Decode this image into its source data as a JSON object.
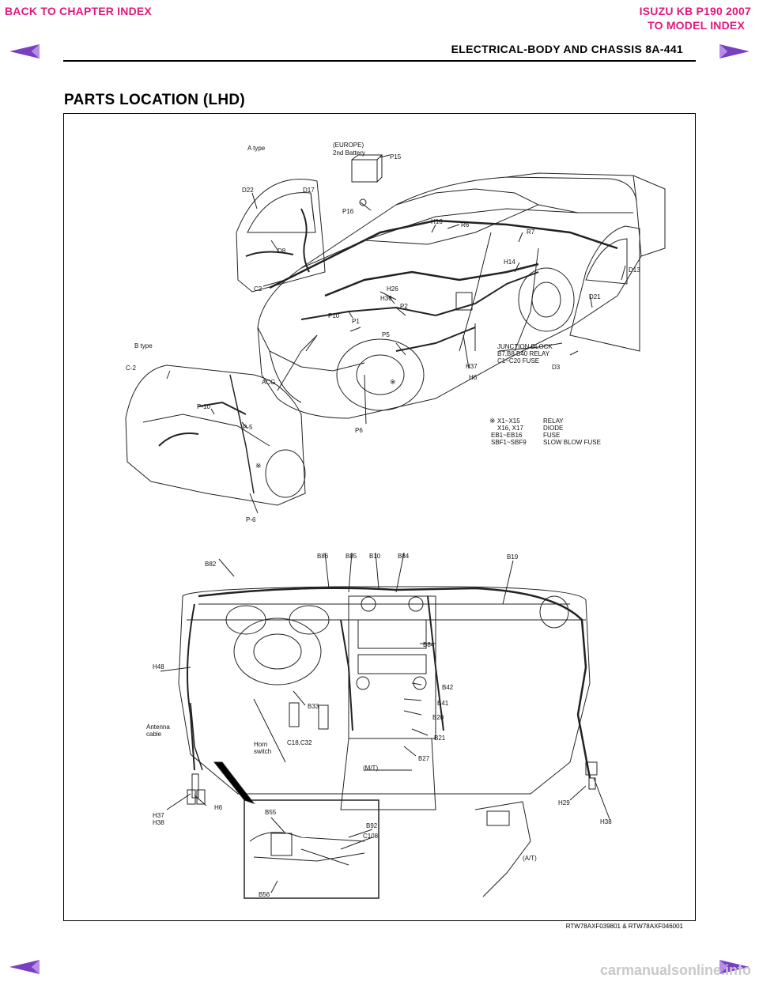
{
  "header": {
    "back_to_chapter": "BACK TO CHAPTER INDEX",
    "vehicle_title": "ISUZU KB P190 2007",
    "to_model_index": "TO MODEL INDEX",
    "section_title": "ELECTRICAL-BODY AND CHASSIS  8A-441"
  },
  "page_title": "PARTS LOCATION (LHD)",
  "figure": {
    "caption": "RTW78AXF039801 & RTW78AXF046001",
    "top_labels": {
      "a_type": "A type",
      "europe": "(EUROPE)",
      "second_battery": "2nd Battery",
      "b_type": "B type",
      "p15": "P15",
      "p16": "P16",
      "d22": "D22",
      "d17": "D17",
      "d8": "D8",
      "c2": "C2",
      "h16": "H16",
      "r6": "R6",
      "r7": "R7",
      "h14": "H14",
      "h26": "H26",
      "h36": "H36",
      "p2": "P2",
      "p10": "P10",
      "p1": "P1",
      "p5": "P5",
      "d13": "D13",
      "d21": "D21",
      "d3": "D3",
      "h37": "H37",
      "h6": "H6",
      "acg": "ACG",
      "p6": "P6",
      "c2b": "C-2",
      "p10b": "P-10",
      "p5b": "P-5",
      "p6b": "P-6",
      "junction_block": "JUNCTION BLOCK",
      "junction_relay": "B7,B8 B40 RELAY",
      "junction_fuse": "C1~C20 FUSE",
      "legend_mark": "※",
      "legend": [
        {
          "code": "X1~X15",
          "desc": "RELAY"
        },
        {
          "code": "X16, X17",
          "desc": "DIODE"
        },
        {
          "code": "EB1~EB16",
          "desc": "FUSE"
        },
        {
          "code": "SBF1~SBF9",
          "desc": "SLOW BLOW FUSE"
        }
      ]
    },
    "bottom_labels": {
      "b82": "B82",
      "b86": "B86",
      "b85": "B85",
      "b10": "B10",
      "b84a": "B84",
      "b19": "B19",
      "b84b": "B84",
      "h48": "H48",
      "b42": "B42",
      "b41": "B41",
      "b20": "B20",
      "b33": "B33",
      "b21": "B21",
      "antenna1": "Antenna",
      "antenna2": "cable",
      "horn1": "Horn",
      "horn2": "switch",
      "c1832": "C18,C32",
      "b27": "B27",
      "mt": "(M/T)",
      "h37": "H37",
      "h38a": "H38",
      "h6": "H6",
      "h29": "H29",
      "h38b": "H38",
      "b55": "B55",
      "b92": "B92",
      "c108": "C108",
      "b56": "B56",
      "at": "(A/T)"
    }
  },
  "watermark": "carmanualsonline.info",
  "colors": {
    "nav": "#e0197d",
    "arrow": "#7a3fc1"
  }
}
